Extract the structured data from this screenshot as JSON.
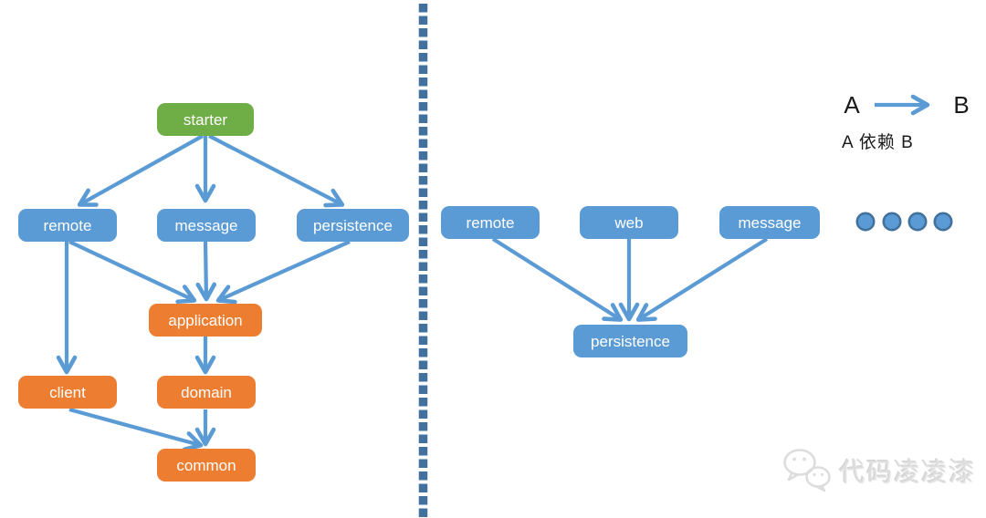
{
  "colors": {
    "blue": "#5B9BD5",
    "green": "#6FAD47",
    "orange": "#ED7D31",
    "divider": "#41719C",
    "dot_fill": "#5B9BD5",
    "dot_border": "#41719C",
    "watermark": "#DADADA"
  },
  "legend": {
    "from_label": "A",
    "to_label": "B",
    "caption": "A 依赖 B"
  },
  "left_diagram": {
    "nodes": {
      "starter": "starter",
      "remote": "remote",
      "message": "message",
      "persistence": "persistence",
      "application": "application",
      "client": "client",
      "domain": "domain",
      "common": "common"
    },
    "edges": [
      [
        "starter",
        "remote"
      ],
      [
        "starter",
        "message"
      ],
      [
        "starter",
        "persistence"
      ],
      [
        "remote",
        "application"
      ],
      [
        "message",
        "application"
      ],
      [
        "persistence",
        "application"
      ],
      [
        "remote",
        "client"
      ],
      [
        "application",
        "domain"
      ],
      [
        "client",
        "common"
      ],
      [
        "domain",
        "common"
      ]
    ]
  },
  "right_diagram": {
    "nodes": {
      "remote": "remote",
      "web": "web",
      "message": "message",
      "persistence": "persistence"
    },
    "edges": [
      [
        "remote",
        "persistence"
      ],
      [
        "web",
        "persistence"
      ],
      [
        "message",
        "persistence"
      ]
    ],
    "ellipsis_dot_count": 4
  },
  "watermark": {
    "text": "代码凌凌漆"
  }
}
